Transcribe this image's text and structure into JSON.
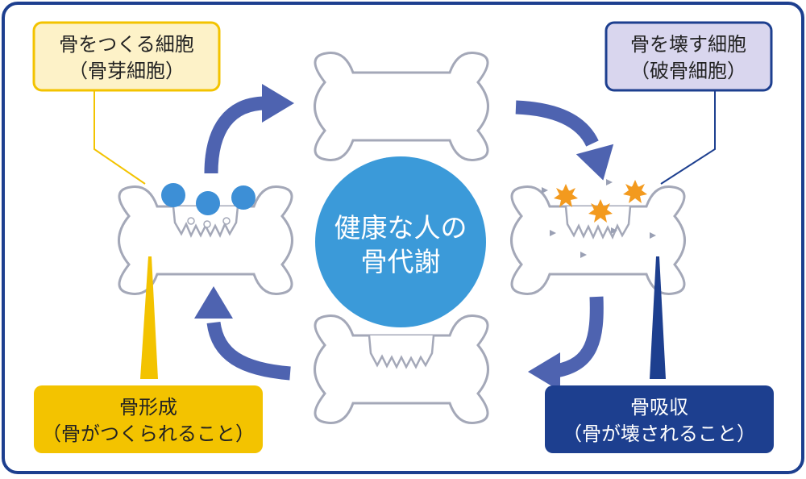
{
  "center": {
    "line1": "健康な人の",
    "line2": "骨代謝"
  },
  "osteoblast_box": {
    "line1": "骨をつくる細胞",
    "line2": "（骨芽細胞）"
  },
  "osteoclast_box": {
    "line1": "骨を壊す細胞",
    "line2": "（破骨細胞）"
  },
  "formation_box": {
    "line1": "骨形成",
    "line2": "（骨がつくられること）"
  },
  "resorption_box": {
    "line1": "骨吸収",
    "line2": "（骨が壊されること）"
  },
  "colors": {
    "frame": "#1d3f8f",
    "arrow": "#4e63b0",
    "center_circle": "#3b9ad9",
    "bone_outline": "#a4a8b8",
    "osteoblast": "#3d8fd6",
    "osteoclast": "#f39a1e",
    "yellow_box_fill": "#fdf2c8",
    "yellow": "#f3c300",
    "lavender_box_fill": "#d9d6ee",
    "navy": "#1d3f8f"
  }
}
